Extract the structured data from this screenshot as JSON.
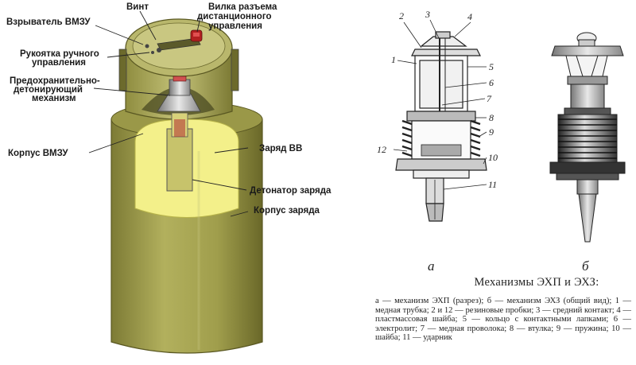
{
  "left_labels": {
    "vint": "Винт",
    "vilka": "Вилка разъема дистанционного управления",
    "vzryvatel": "Взрыватель ВМЗУ",
    "rukoyatka": "Рукоятка ручного управления",
    "predohranitelno": "Предохранительно-детонирующий механизм",
    "korpus_vmzu": "Корпус ВМЗУ",
    "zaryad_vv": "Заряд ВВ",
    "detonator": "Детонатор заряда",
    "korpus_zaryada": "Корпус заряда"
  },
  "fig_a_numbers": [
    "2",
    "3",
    "4",
    "1",
    "5",
    "6",
    "7",
    "8",
    "9",
    "12",
    "10",
    "11"
  ],
  "sublabel_a": "а",
  "sublabel_b": "б",
  "caption_title": "Механизмы ЭХП и ЭХЗ:",
  "legend_text": "а — механизм ЭХП (разрез); б — механизм ЭХЗ (общий вид); 1 — медная трубка; 2 и 12 — резиновые пробки; 3 — средний контакт; 4 — пластмассовая шайба; 5 — кольцо с контактными лапками; 6 — электролит; 7 — медная проволока; 8 — втулка; 9 — пружина; 10 — шайба; 11 — ударник",
  "colors": {
    "olive": "#9c9a4a",
    "olive_dark": "#6f6d2e",
    "explosive": "#f3f08a",
    "text": "#1a1a1a"
  }
}
